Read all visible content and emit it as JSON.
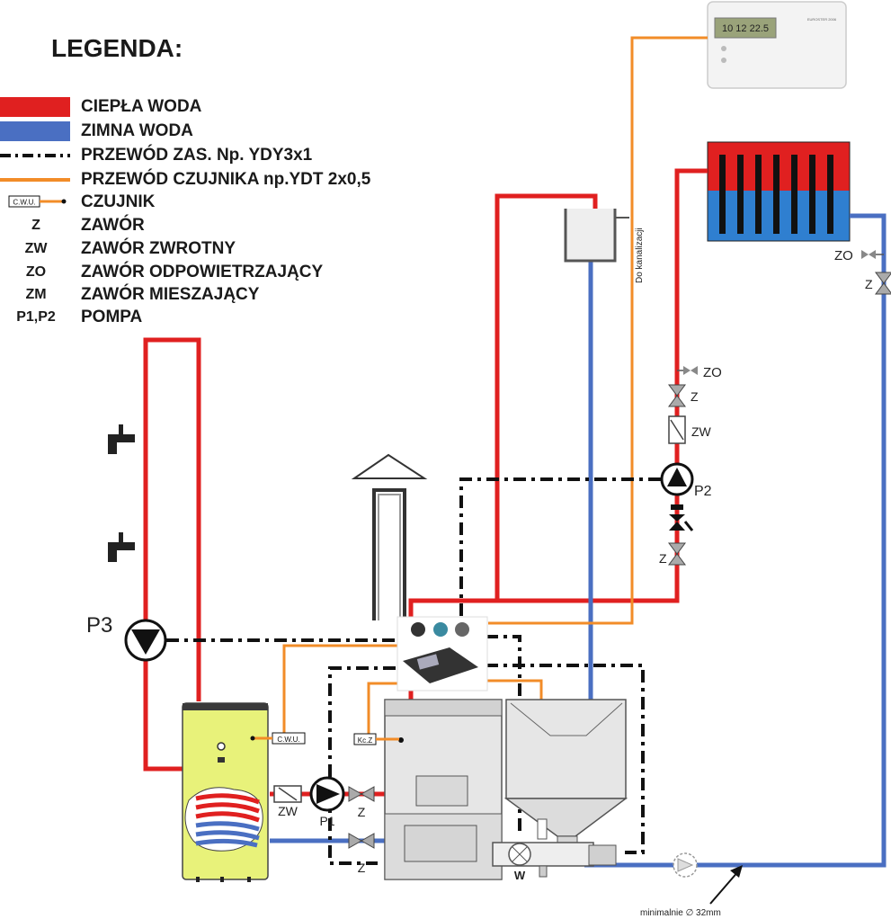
{
  "legend": {
    "title": "LEGENDA:",
    "items": [
      {
        "symbol": "red-bar",
        "label": "CIEPŁA WODA"
      },
      {
        "symbol": "blue-bar",
        "label": "ZIMNA WODA"
      },
      {
        "symbol": "dash-dot-line",
        "label": "PRZEWÓD ZAS. Np. YDY3x1"
      },
      {
        "symbol": "orange-line",
        "label": "PRZEWÓD CZUJNIKA np.YDT 2x0,5"
      },
      {
        "symbol": "sensor",
        "abbr": "C.W.U.",
        "label": "CZUJNIK"
      },
      {
        "abbr": "Z",
        "label": "ZAWÓR"
      },
      {
        "abbr": "ZW",
        "label": "ZAWÓR  ZWROTNY"
      },
      {
        "abbr": "ZO",
        "label": "ZAWÓR ODPOWIETRZAJĄCY"
      },
      {
        "abbr": "ZM",
        "label": "ZAWÓR MIESZAJĄCY"
      },
      {
        "abbr": "P1,P2",
        "label": "POMPA"
      }
    ]
  },
  "labels": {
    "p3": "P3",
    "p1": "P1",
    "p2": "P2",
    "zw_tank": "ZW",
    "z_tank_upper": "Z",
    "z_tank_lower": "Z",
    "z_riser_upper": "Z",
    "z_riser_lower": "Z",
    "zw_riser": "ZW",
    "zo_riser": "ZO",
    "zo_radiator": "ZO",
    "z_return": "Z",
    "w_feeder": "W",
    "cwu_sensor": "C.W.U.",
    "kcz_sensor": "Kc.Z",
    "drain": "Do kanalizacji",
    "min_pipe": "minimalnie ∅ 32mm",
    "thermostat_display": "10 12 22.5",
    "thermostat_brand": "EUROSTER 2006"
  },
  "colors": {
    "hot": "#e02020",
    "cold": "#4a6fc2",
    "sensor_wire": "#f28c28",
    "power_wire": "#111111",
    "tank": "#e8f27a"
  }
}
